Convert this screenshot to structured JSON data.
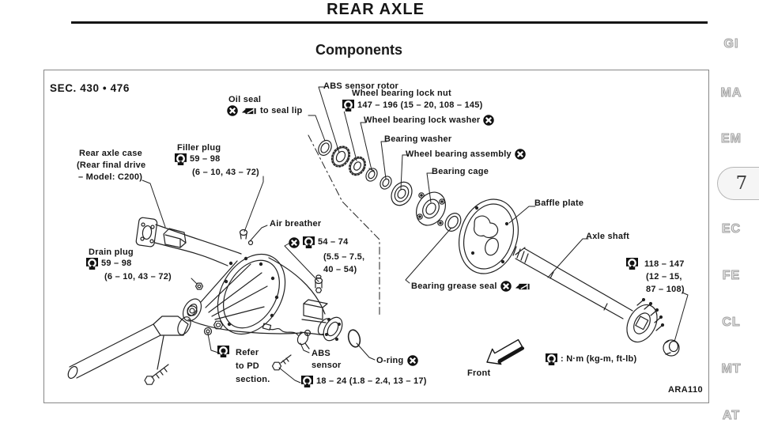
{
  "page": {
    "title": "REAR AXLE",
    "subtitle": "Components",
    "section_label": "SEC. 430 • 476",
    "figure_code": "ARA110",
    "front_label": "Front",
    "torque_legend": ": N·m (kg-m, ft-lb)"
  },
  "colors": {
    "ink": "#161616",
    "page": "#ffffff",
    "tab_fill": "#f5f5f5"
  },
  "icons": [
    "torque-spec-icon",
    "grease-point-icon",
    "grease-tube-icon"
  ],
  "sidebar": {
    "items": [
      "GI",
      "MA",
      "EM",
      "EC",
      "FE",
      "CL",
      "MT",
      "AT"
    ],
    "current_section_number": "7"
  },
  "parts": {
    "oil_seal": {
      "name": "Oil seal",
      "note": "to seal lip"
    },
    "abs_sensor_rotor": {
      "name": "ABS sensor rotor"
    },
    "wheel_bearing_lock_nut": {
      "name": "Wheel bearing lock nut",
      "torque": "147 – 196 (15 – 20, 108 – 145)"
    },
    "wheel_bearing_lock_washer": {
      "name": "Wheel bearing lock washer"
    },
    "bearing_washer": {
      "name": "Bearing washer"
    },
    "wheel_bearing_assembly": {
      "name": "Wheel bearing assembly"
    },
    "bearing_cage": {
      "name": "Bearing cage"
    },
    "baffle_plate": {
      "name": "Baffle plate"
    },
    "axle_shaft": {
      "name": "Axle shaft",
      "torque_lines": [
        "118 – 147",
        "(12 – 15,",
        "87 – 108)"
      ]
    },
    "rear_axle_case": {
      "lines": [
        "Rear axle case",
        "(Rear final drive",
        "– Model: C200)"
      ]
    },
    "filler_plug": {
      "name": "Filler plug",
      "torque_lines": [
        "59 – 98",
        "(6 – 10, 43 – 72)"
      ]
    },
    "drain_plug": {
      "name": "Drain plug",
      "torque_lines": [
        "59 – 98",
        "(6 – 10, 43 – 72)"
      ]
    },
    "air_breather": {
      "name": "Air breather",
      "torque_lines": [
        "54 – 74",
        "(5.5 – 7.5,",
        "40 – 54)"
      ]
    },
    "bearing_grease_seal": {
      "name": "Bearing grease seal"
    },
    "pd_note": {
      "lines": [
        "Refer",
        "to PD",
        "section."
      ]
    },
    "abs_sensor": {
      "lines": [
        "ABS",
        "sensor"
      ],
      "torque": "18 – 24 (1.8 – 2.4, 13 – 17)"
    },
    "o_ring": {
      "name": "O-ring"
    }
  }
}
